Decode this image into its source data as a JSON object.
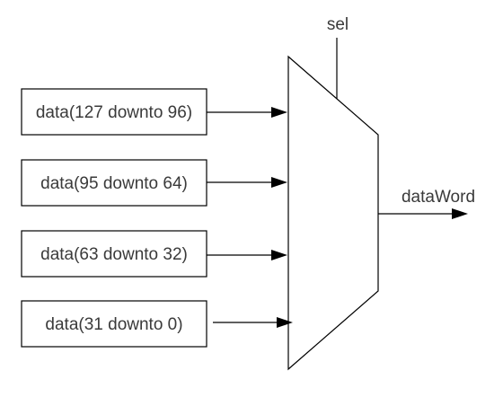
{
  "inputs": [
    {
      "label": "data(127 downto 96)"
    },
    {
      "label": "data(95 downto 64)"
    },
    {
      "label": "data(63 downto 32)"
    },
    {
      "label": "data(31 downto 0)"
    }
  ],
  "select_label": "sel",
  "output_label": "dataWord"
}
